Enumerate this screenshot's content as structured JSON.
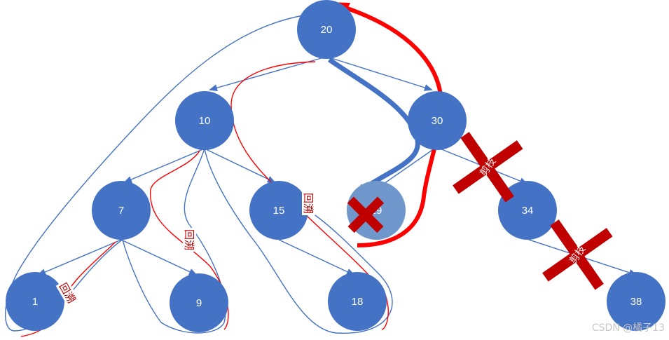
{
  "nodes": [
    {
      "id": "n20",
      "label": "20"
    },
    {
      "id": "n10",
      "label": "10"
    },
    {
      "id": "n30",
      "label": "30"
    },
    {
      "id": "n7",
      "label": "7"
    },
    {
      "id": "n15",
      "label": "15"
    },
    {
      "id": "n19",
      "label": "19"
    },
    {
      "id": "n34",
      "label": "34"
    },
    {
      "id": "n1",
      "label": "1"
    },
    {
      "id": "n9",
      "label": "9"
    },
    {
      "id": "n18",
      "label": "18"
    },
    {
      "id": "n38",
      "label": "38"
    }
  ],
  "annotations": {
    "backtrack": "回溯",
    "prune": "剪枝"
  },
  "watermark": "CSDN @橘子13",
  "colors": {
    "node_fill": "#4472c4",
    "highlight_node_fill": "#6f97cc",
    "edge": "#4472c4",
    "path_red": "#ff0000",
    "cross": "#c00000"
  }
}
